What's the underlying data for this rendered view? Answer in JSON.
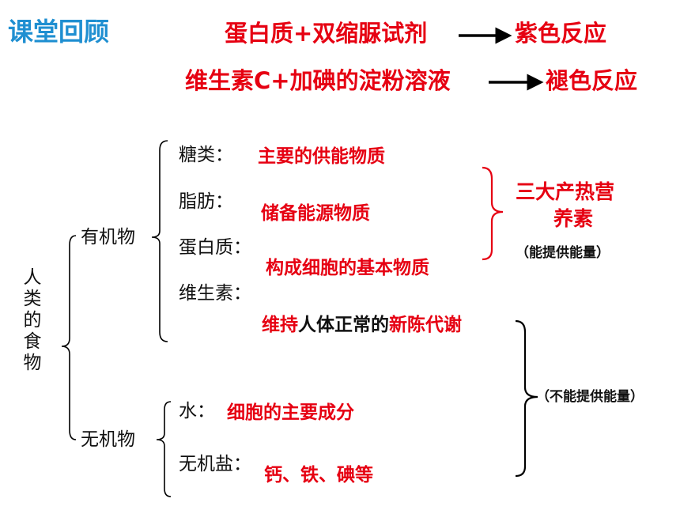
{
  "title": "课堂回顾",
  "reactions": [
    {
      "reactant": "蛋白质+双缩脲试剂",
      "product": "紫色反应"
    },
    {
      "reactant": "维生素C+加碘的淀粉溶液",
      "product": "褪色反应"
    }
  ],
  "root": "人类的食物",
  "organic": {
    "label": "有机物",
    "items": [
      {
        "term": "糖类：",
        "desc": "主要的供能物质"
      },
      {
        "term": "脂肪：",
        "desc": "储备能源物质"
      },
      {
        "term": "蛋白质：",
        "desc": "构成细胞的基本物质"
      },
      {
        "term": "维生素：",
        "desc_parts": [
          "维持",
          "人体正常的",
          "新陈代谢"
        ]
      }
    ]
  },
  "inorganic": {
    "label": "无机物",
    "items": [
      {
        "term": "水：",
        "desc": "细胞的主要成分"
      },
      {
        "term": "无机盐：",
        "desc": "钙、铁、碘等"
      }
    ]
  },
  "energy_group": {
    "label_line1": "三大产热营",
    "label_line2": "养素",
    "note": "（能提供能量）"
  },
  "no_energy_note": "（不能提供能量）",
  "colors": {
    "title": "#1f8fd1",
    "accent": "#e60012",
    "text": "#111111"
  }
}
